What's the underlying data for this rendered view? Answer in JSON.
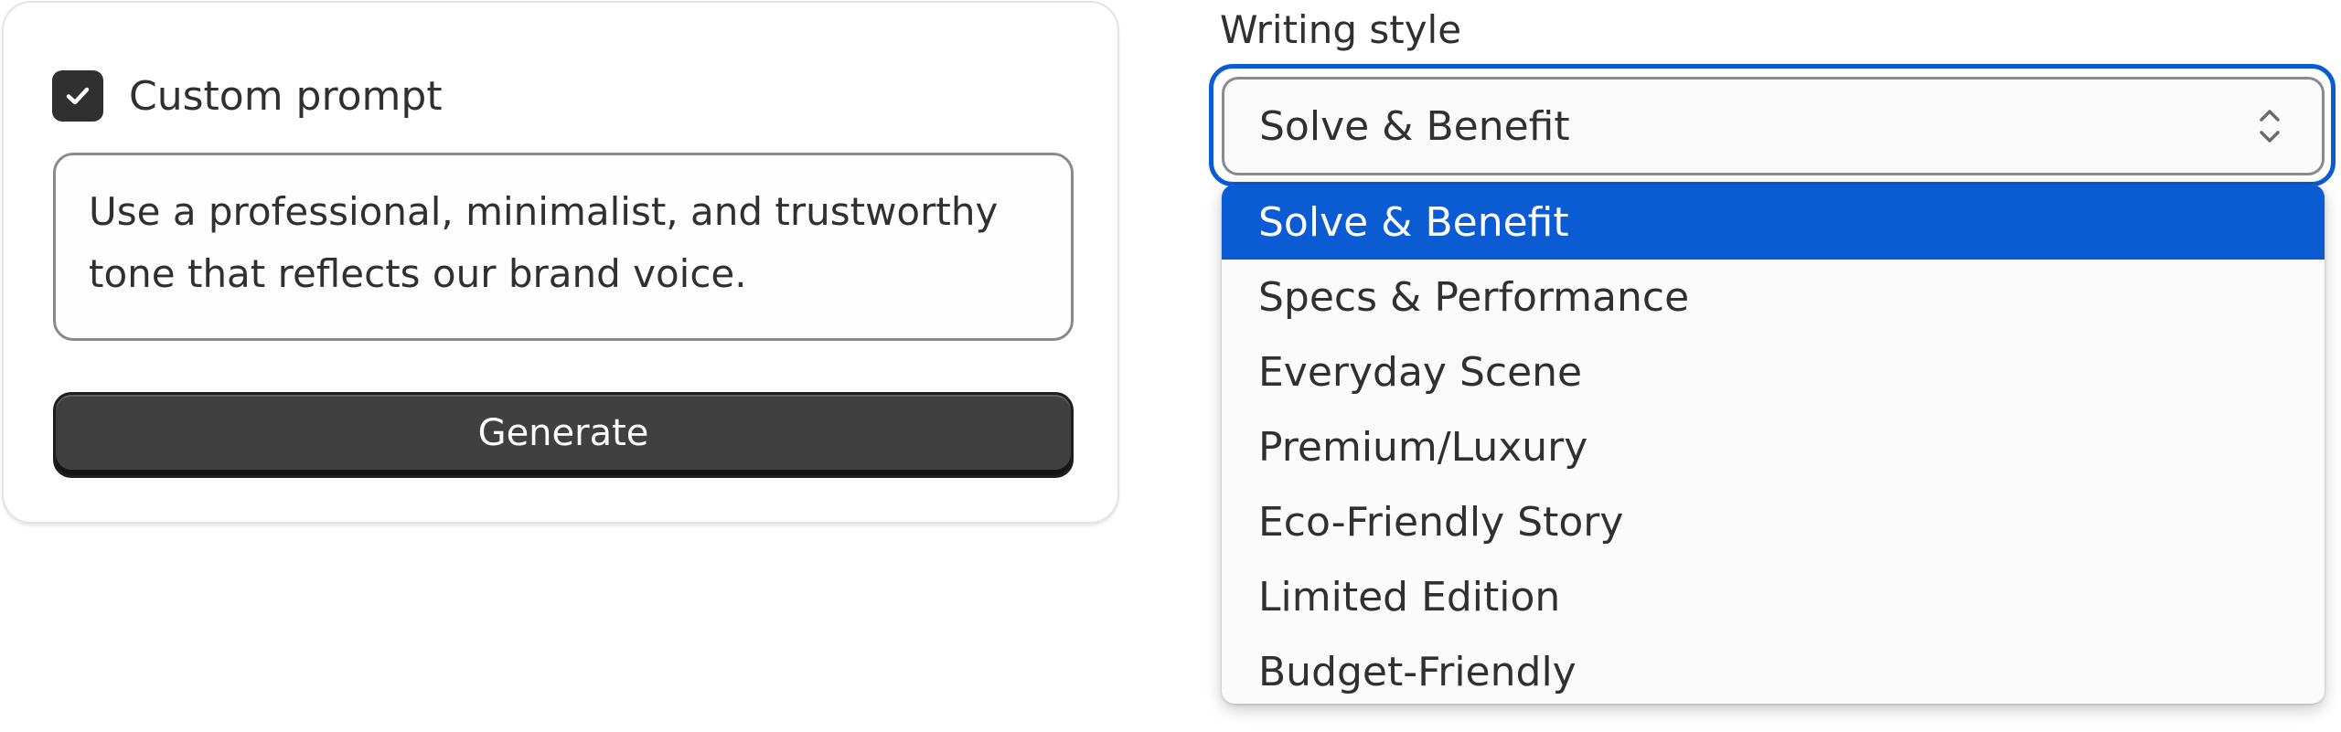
{
  "custom_prompt": {
    "checkbox_label": "Custom prompt",
    "checked": true,
    "textarea_value": "Use a professional, minimalist, and trustworthy tone that reflects our brand voice.",
    "generate_label": "Generate"
  },
  "writing_style": {
    "label": "Writing style",
    "selected_value": "Solve & Benefit",
    "options": [
      "Solve & Benefit",
      "Specs & Performance",
      "Everyday Scene",
      "Premium/Luxury",
      "Eco-Friendly Story",
      "Limited Edition",
      "Budget-Friendly"
    ]
  },
  "colors": {
    "accent": "#0b5bd3",
    "button_dark": "#404040",
    "text": "#303030"
  },
  "icons": {
    "checkbox": "checkmark-icon",
    "select": "chevron-up-down-icon"
  }
}
